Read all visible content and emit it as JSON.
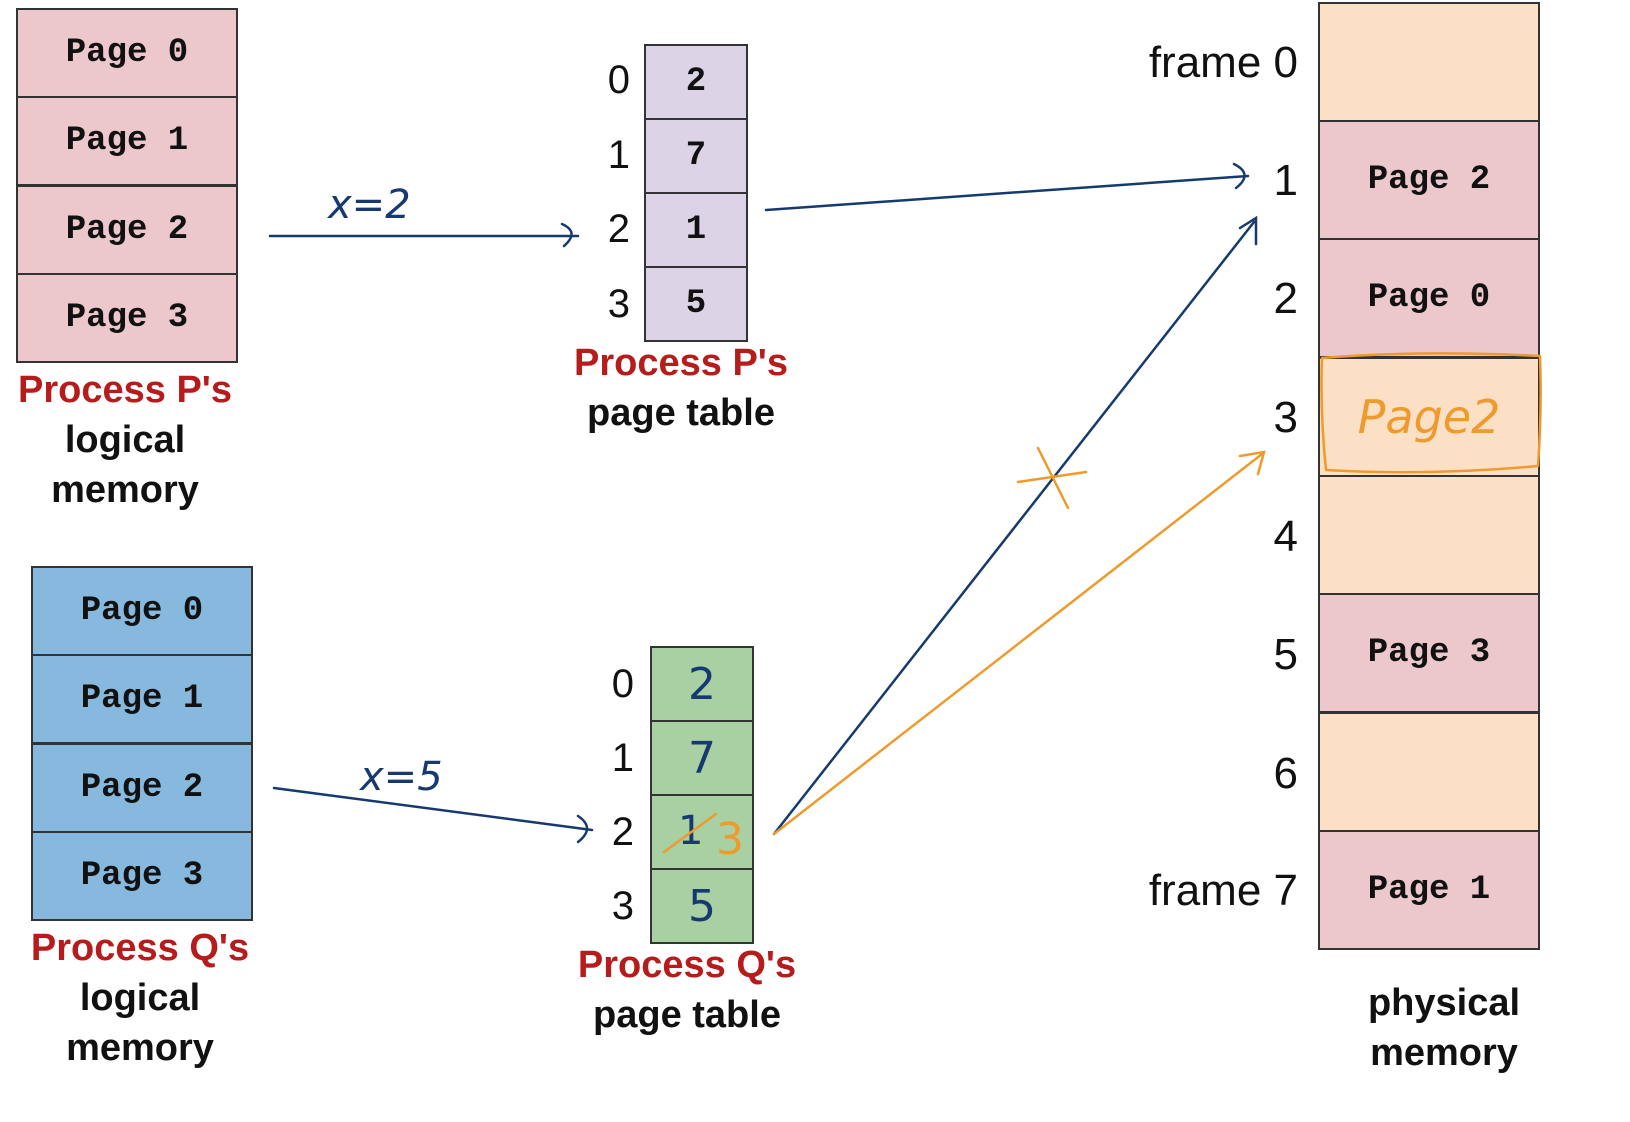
{
  "process_p": {
    "logical_memory": [
      "Page 0",
      "Page 1",
      "Page 2",
      "Page 3"
    ],
    "caption_name": "Process P's",
    "caption_rest_1": "logical",
    "caption_rest_2": "memory",
    "page_table": {
      "indices": [
        "0",
        "1",
        "2",
        "3"
      ],
      "entries": [
        "2",
        "7",
        "1",
        "5"
      ],
      "caption_name": "Process P's",
      "caption_rest": "page table"
    },
    "annotation": "x=2"
  },
  "process_q": {
    "logical_memory": [
      "Page 0",
      "Page 1",
      "Page 2",
      "Page 3"
    ],
    "caption_name": "Process Q's",
    "caption_rest_1": "logical",
    "caption_rest_2": "memory",
    "page_table": {
      "indices": [
        "0",
        "1",
        "2",
        "3"
      ],
      "entries": [
        "2",
        "7",
        "1",
        "5"
      ],
      "corrected_entry": "3",
      "caption_name": "Process Q's",
      "caption_rest": "page table"
    },
    "annotation": "x=5"
  },
  "physical_memory": {
    "frame_labels": [
      "frame 0",
      "1",
      "2",
      "3",
      "4",
      "5",
      "6",
      "frame 7"
    ],
    "frames": [
      "",
      "Page 2",
      "Page 0",
      "Page2",
      "",
      "Page 3",
      "",
      "Page 1"
    ],
    "caption_1": "physical",
    "caption_2": "memory"
  },
  "colors": {
    "p_page": "#ecc8cc",
    "p_table": "#ddd3e6",
    "q_page": "#86b9dd",
    "q_table": "#a9d0a2",
    "frame_empty": "#fbe0c6",
    "frame_used": "#ecc8cc",
    "caption_red": "#b71c1c",
    "pen_blue": "#163a70",
    "pen_orange": "#ef9a2c"
  }
}
